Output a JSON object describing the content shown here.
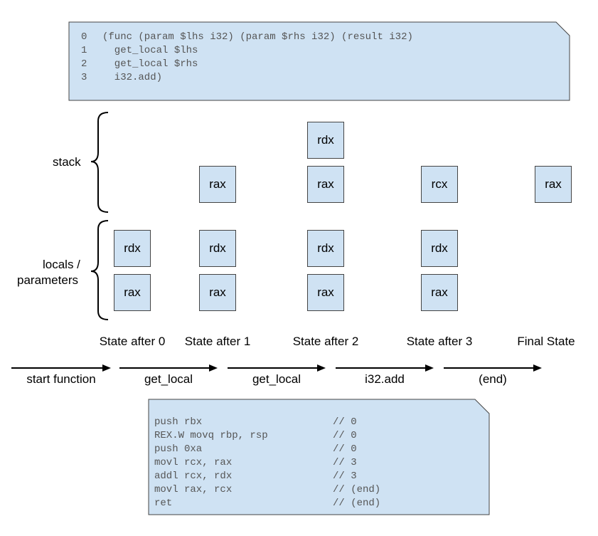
{
  "wasm_code": {
    "lines": [
      {
        "num": "0",
        "text": "(func (param $lhs i32) (param $rhs i32) (result i32)"
      },
      {
        "num": "1",
        "text": "  get_local $lhs"
      },
      {
        "num": "2",
        "text": "  get_local $rhs"
      },
      {
        "num": "3",
        "text": "  i32.add)"
      }
    ]
  },
  "groups": {
    "stack_label": "stack",
    "locals_label_line1": "locals /",
    "locals_label_line2": "parameters"
  },
  "states": [
    {
      "label": "State after 0",
      "stack": [],
      "locals": [
        "rdx",
        "rax"
      ]
    },
    {
      "label": "State after 1",
      "stack": [
        "rax"
      ],
      "locals": [
        "rdx",
        "rax"
      ]
    },
    {
      "label": "State after 2",
      "stack": [
        "rdx",
        "rax"
      ],
      "locals": [
        "rdx",
        "rax"
      ]
    },
    {
      "label": "State after 3",
      "stack": [
        "rcx"
      ],
      "locals": [
        "rdx",
        "rax"
      ]
    },
    {
      "label": "Final State",
      "stack": [
        "rax"
      ],
      "locals": []
    }
  ],
  "transitions": [
    "start function",
    "get_local",
    "get_local",
    "i32.add",
    "(end)"
  ],
  "asm_code": {
    "lines": [
      {
        "instr": "push rbx",
        "comment": "// 0"
      },
      {
        "instr": "REX.W movq rbp, rsp",
        "comment": "// 0"
      },
      {
        "instr": "push 0xa",
        "comment": "// 0"
      },
      {
        "instr": "movl rcx, rax",
        "comment": "// 3"
      },
      {
        "instr": "addl rcx, rdx",
        "comment": "// 3"
      },
      {
        "instr": "movl rax, rcx",
        "comment": "// (end)"
      },
      {
        "instr": "ret",
        "comment": "// (end)"
      }
    ]
  },
  "colors": {
    "note_fill": "#cfe2f3",
    "register_fill": "#cfe2f3",
    "outline": "#444444"
  }
}
